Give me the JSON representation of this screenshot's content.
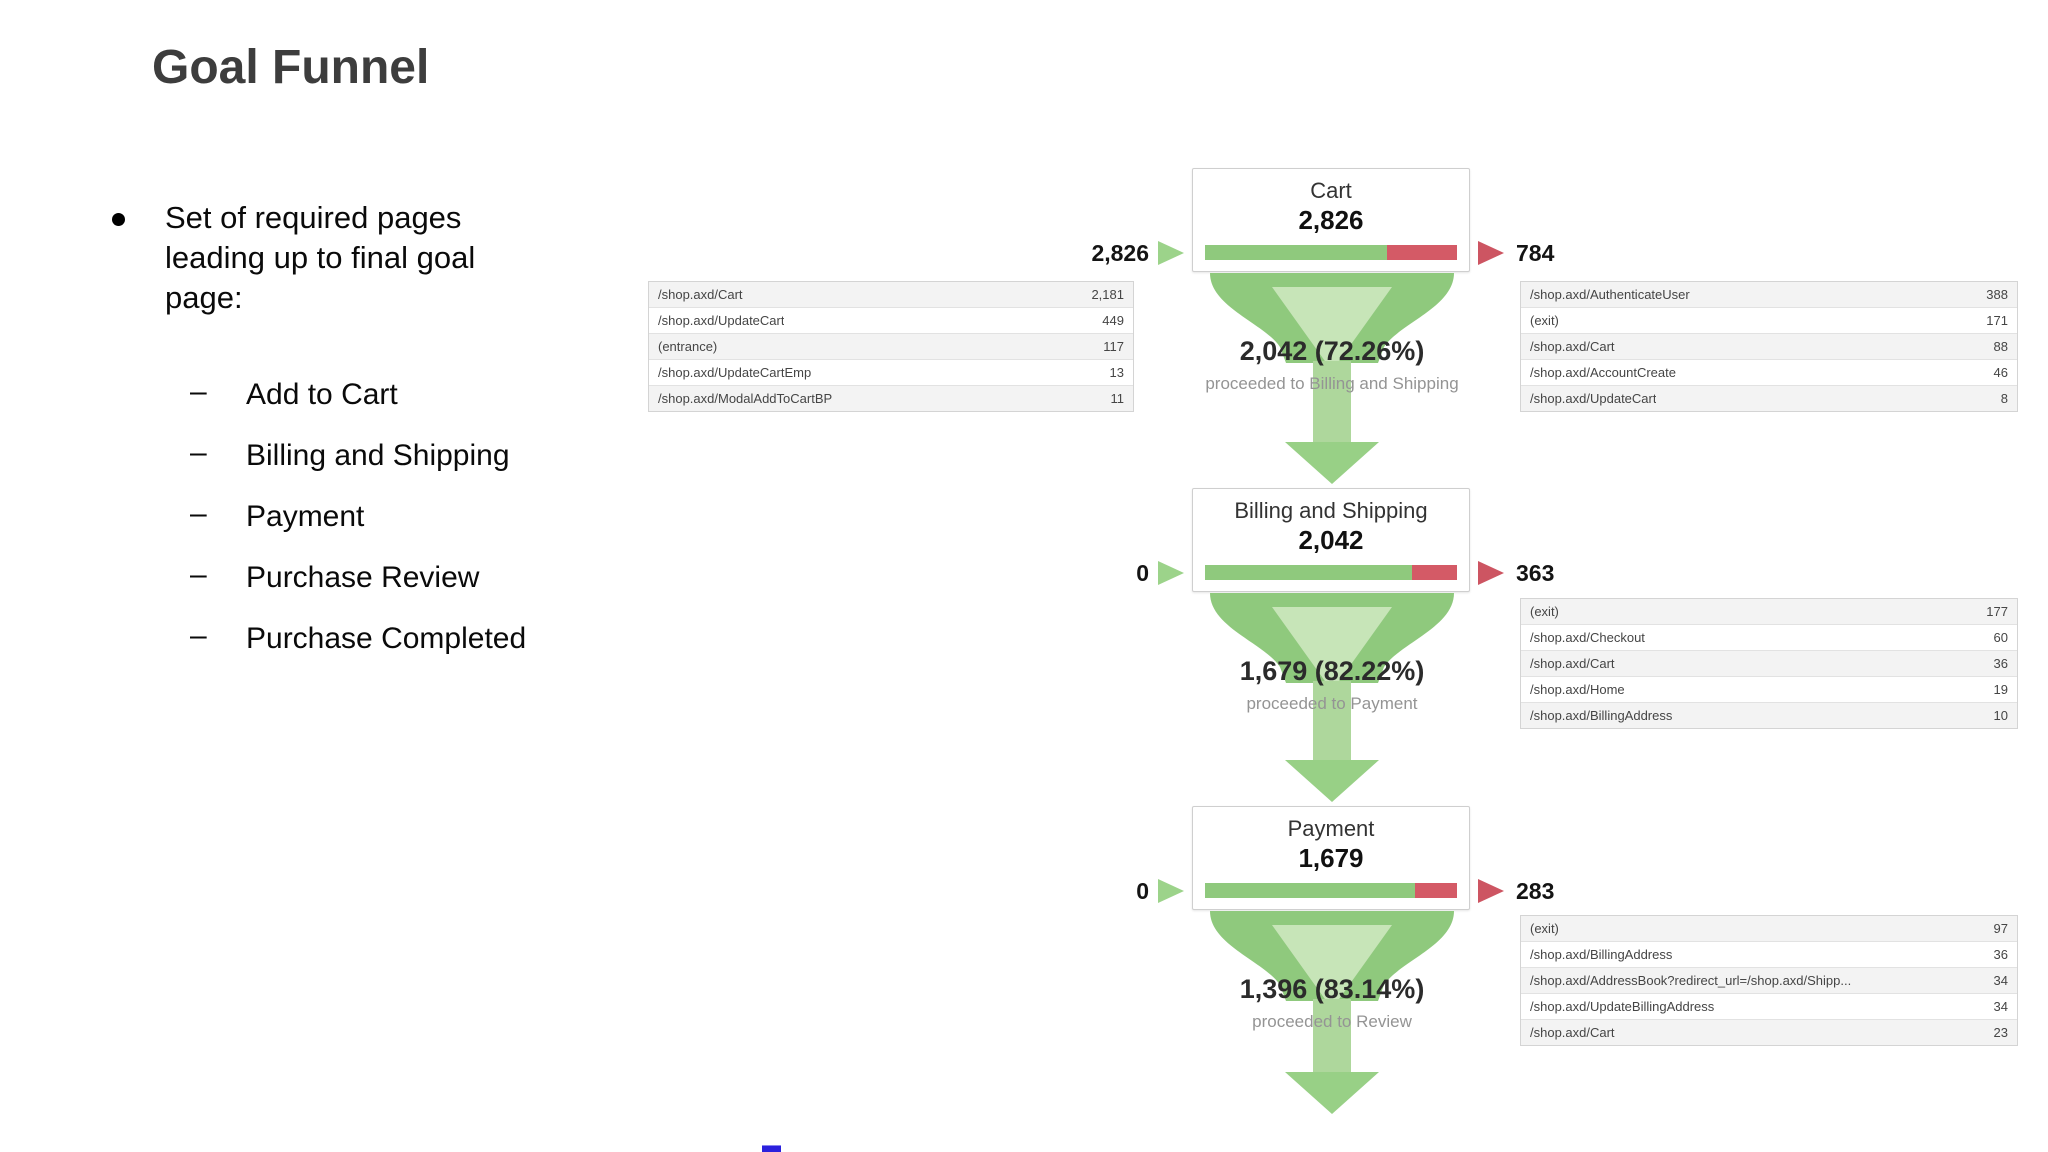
{
  "slide": {
    "title": "Goal Funnel",
    "bullet": "Set of required pages leading up to final goal page:",
    "sub_bullets": [
      "Add to Cart",
      "Billing and Shipping",
      "Payment",
      "Purchase Review",
      "Purchase Completed"
    ]
  },
  "colors": {
    "funnel_green": "#8fc97d",
    "funnel_light_green": "#c7e5b8",
    "bar_red": "#d45a66",
    "exit_arrow_red": "#cd5562",
    "entrance_arrow_green": "#9cd38a"
  },
  "funnel": {
    "stages": [
      {
        "name": "Cart",
        "count": "2,826",
        "entrance_count": "2,826",
        "exit_count": "784",
        "green_pct": 72.26,
        "proceed": "2,042 (72.26%)",
        "proceed_caption": "proceeded to Billing and Shipping",
        "entrance_rows": [
          {
            "label": "/shop.axd/Cart",
            "value": "2,181"
          },
          {
            "label": "/shop.axd/UpdateCart",
            "value": "449"
          },
          {
            "label": "(entrance)",
            "value": "117"
          },
          {
            "label": "/shop.axd/UpdateCartEmp",
            "value": "13"
          },
          {
            "label": "/shop.axd/ModalAddToCartBP",
            "value": "11"
          }
        ],
        "exit_rows": [
          {
            "label": "/shop.axd/AuthenticateUser",
            "value": "388"
          },
          {
            "label": "(exit)",
            "value": "171"
          },
          {
            "label": "/shop.axd/Cart",
            "value": "88"
          },
          {
            "label": "/shop.axd/AccountCreate",
            "value": "46"
          },
          {
            "label": "/shop.axd/UpdateCart",
            "value": "8"
          }
        ]
      },
      {
        "name": "Billing and Shipping",
        "count": "2,042",
        "entrance_count": "0",
        "exit_count": "363",
        "green_pct": 82.22,
        "proceed": "1,679 (82.22%)",
        "proceed_caption": "proceeded to Payment",
        "exit_rows": [
          {
            "label": "(exit)",
            "value": "177"
          },
          {
            "label": "/shop.axd/Checkout",
            "value": "60"
          },
          {
            "label": "/shop.axd/Cart",
            "value": "36"
          },
          {
            "label": "/shop.axd/Home",
            "value": "19"
          },
          {
            "label": "/shop.axd/BillingAddress",
            "value": "10"
          }
        ]
      },
      {
        "name": "Payment",
        "count": "1,679",
        "entrance_count": "0",
        "exit_count": "283",
        "green_pct": 83.14,
        "proceed": "1,396 (83.14%)",
        "proceed_caption": "proceeded to Review",
        "exit_rows": [
          {
            "label": "(exit)",
            "value": "97"
          },
          {
            "label": "/shop.axd/BillingAddress",
            "value": "36"
          },
          {
            "label": "/shop.axd/AddressBook?redirect_url=/shop.axd/Shipp...",
            "value": "34"
          },
          {
            "label": "/shop.axd/UpdateBillingAddress",
            "value": "34"
          },
          {
            "label": "/shop.axd/Cart",
            "value": "23"
          }
        ]
      }
    ]
  },
  "chart_data": {
    "type": "funnel",
    "title": "Goal Funnel",
    "stages": [
      {
        "name": "Cart",
        "visits": 2826,
        "entrances": 2826,
        "exits": 784,
        "proceeded": 2042,
        "proceeded_pct": 72.26,
        "proceeded_to": "Billing and Shipping",
        "entrance_sources": [
          [
            "/shop.axd/Cart",
            2181
          ],
          [
            "/shop.axd/UpdateCart",
            449
          ],
          [
            "(entrance)",
            117
          ],
          [
            "/shop.axd/UpdateCartEmp",
            13
          ],
          [
            "/shop.axd/ModalAddToCartBP",
            11
          ]
        ],
        "exit_destinations": [
          [
            "/shop.axd/AuthenticateUser",
            388
          ],
          [
            "(exit)",
            171
          ],
          [
            "/shop.axd/Cart",
            88
          ],
          [
            "/shop.axd/AccountCreate",
            46
          ],
          [
            "/shop.axd/UpdateCart",
            8
          ]
        ]
      },
      {
        "name": "Billing and Shipping",
        "visits": 2042,
        "entrances": 0,
        "exits": 363,
        "proceeded": 1679,
        "proceeded_pct": 82.22,
        "proceeded_to": "Payment",
        "entrance_sources": [],
        "exit_destinations": [
          [
            "(exit)",
            177
          ],
          [
            "/shop.axd/Checkout",
            60
          ],
          [
            "/shop.axd/Cart",
            36
          ],
          [
            "/shop.axd/Home",
            19
          ],
          [
            "/shop.axd/BillingAddress",
            10
          ]
        ]
      },
      {
        "name": "Payment",
        "visits": 1679,
        "entrances": 0,
        "exits": 283,
        "proceeded": 1396,
        "proceeded_pct": 83.14,
        "proceeded_to": "Review",
        "entrance_sources": [],
        "exit_destinations": [
          [
            "(exit)",
            97
          ],
          [
            "/shop.axd/BillingAddress",
            36
          ],
          [
            "/shop.axd/AddressBook?redirect_url=/shop.axd/Shipp...",
            34
          ],
          [
            "/shop.axd/UpdateBillingAddress",
            34
          ],
          [
            "/shop.axd/Cart",
            23
          ]
        ]
      }
    ]
  }
}
